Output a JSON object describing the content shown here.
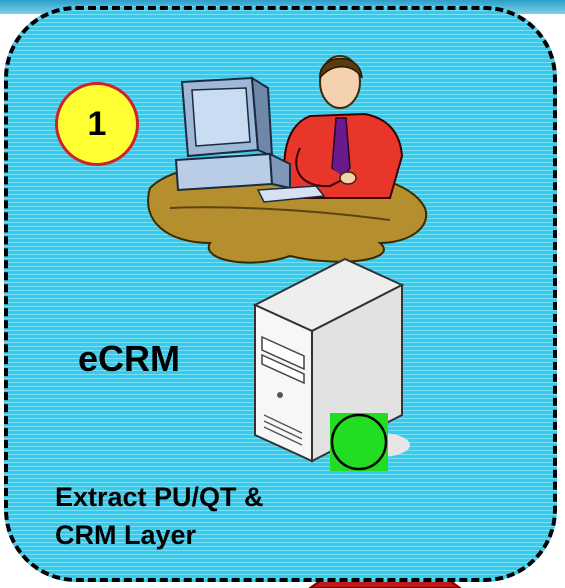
{
  "badge": {
    "number": "1"
  },
  "server": {
    "label": "eCRM",
    "status_color": "#22dd22"
  },
  "caption": {
    "line1": "Extract PU/QT &",
    "line2": "CRM Layer"
  },
  "colors": {
    "panel": "#33ccee",
    "badge_fill": "#ffff33",
    "badge_border": "#d0202a"
  }
}
